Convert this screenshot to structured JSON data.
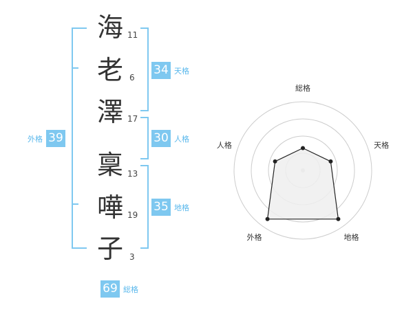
{
  "name": {
    "characters": [
      {
        "char": "海",
        "strokes": "11"
      },
      {
        "char": "老",
        "strokes": "6"
      },
      {
        "char": "澤",
        "strokes": "17"
      },
      {
        "char": "稟",
        "strokes": "13"
      },
      {
        "char": "嘩",
        "strokes": "19"
      },
      {
        "char": "子",
        "strokes": "3"
      }
    ]
  },
  "fortunes": {
    "tenkaku": {
      "value": "34",
      "label": "天格"
    },
    "jinkaku": {
      "value": "30",
      "label": "人格"
    },
    "chikaku": {
      "value": "35",
      "label": "地格"
    },
    "gaikaku": {
      "value": "39",
      "label": "外格"
    },
    "soukaku": {
      "value": "69",
      "label": "総格"
    }
  },
  "chart_data": {
    "type": "radar",
    "axes": [
      "総格",
      "天格",
      "地格",
      "外格",
      "人格"
    ],
    "scale_max": 4,
    "rings": 4,
    "values": [
      1.3,
      1.7,
      3.5,
      3.5,
      1.7
    ]
  },
  "colors": {
    "accent": "#7ec8f0",
    "accent_text": "#5ab8ec",
    "radar_fill": "#eeeeee",
    "radar_stroke": "#222222",
    "ring": "#cccccc"
  }
}
